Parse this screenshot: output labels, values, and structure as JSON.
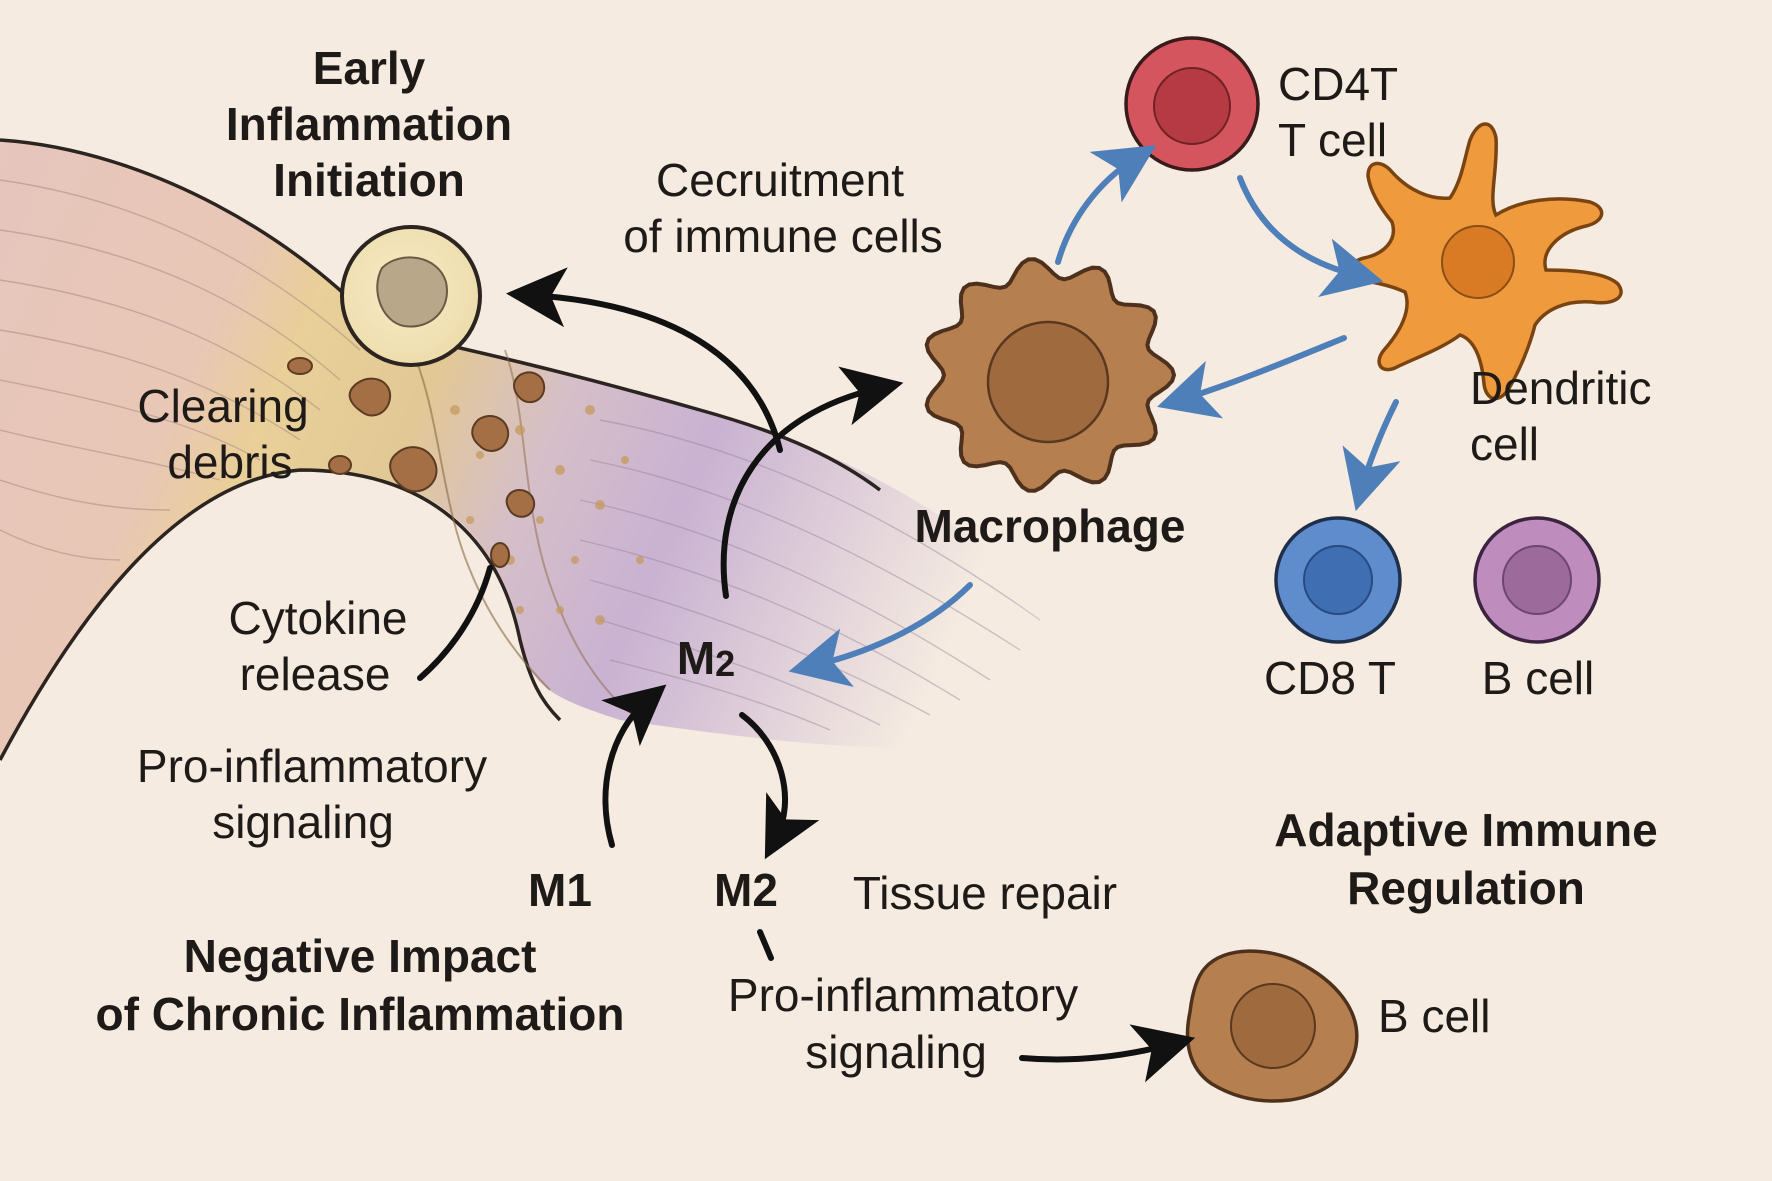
{
  "headings": {
    "early_line1": "Early",
    "early_line2": "Inflammation",
    "early_line3": "Initiation",
    "negative_line1": "Negative Impact",
    "negative_line2": "of Chronic Inflammation",
    "adaptive_line1": "Adaptive Immune",
    "adaptive_line2": "Regulation"
  },
  "labels": {
    "recruit_line1": "Cecruitment",
    "recruit_line2": "of immune cells",
    "clearing_line1": "Clearing",
    "clearing_line2": "debris",
    "cytokine_line1": "Cytokine",
    "cytokine_line2": "release",
    "pro_left_line1": "Pro-inflammatory",
    "pro_left_line2": "signaling",
    "pro_bottom_line1": "Pro-inflammatory",
    "pro_bottom_line2": "signaling",
    "tissue_repair": "Tissue repair",
    "macrophage": "Macrophage",
    "m2_mid_letter": "M",
    "m2_mid_sub": "2",
    "m1": "M1",
    "m2_bottom": "M2"
  },
  "cells": {
    "cd4_line1": "CD4T",
    "cd4_line2": "T cell",
    "dendritic_line1": "Dendritic",
    "dendritic_line2": "cell",
    "cd8": "CD8 T",
    "b_cell_top": "B cell",
    "b_cell_bottom": "B cell"
  },
  "colors": {
    "background": "#f5ebe0",
    "tissue_pink": "#e6c6bd",
    "tissue_yellow": "#e9cf98",
    "tissue_purple": "#c9b2d2",
    "macrophage_brown": "#b57f4f",
    "cd4_red": "#d4555d",
    "dendritic_orange": "#ef9a3c",
    "cd8_blue": "#5f8ccc",
    "b_cell_purple": "#bf8dbd",
    "arrow_blue": "#4f7fb9",
    "arrow_black": "#111111"
  }
}
